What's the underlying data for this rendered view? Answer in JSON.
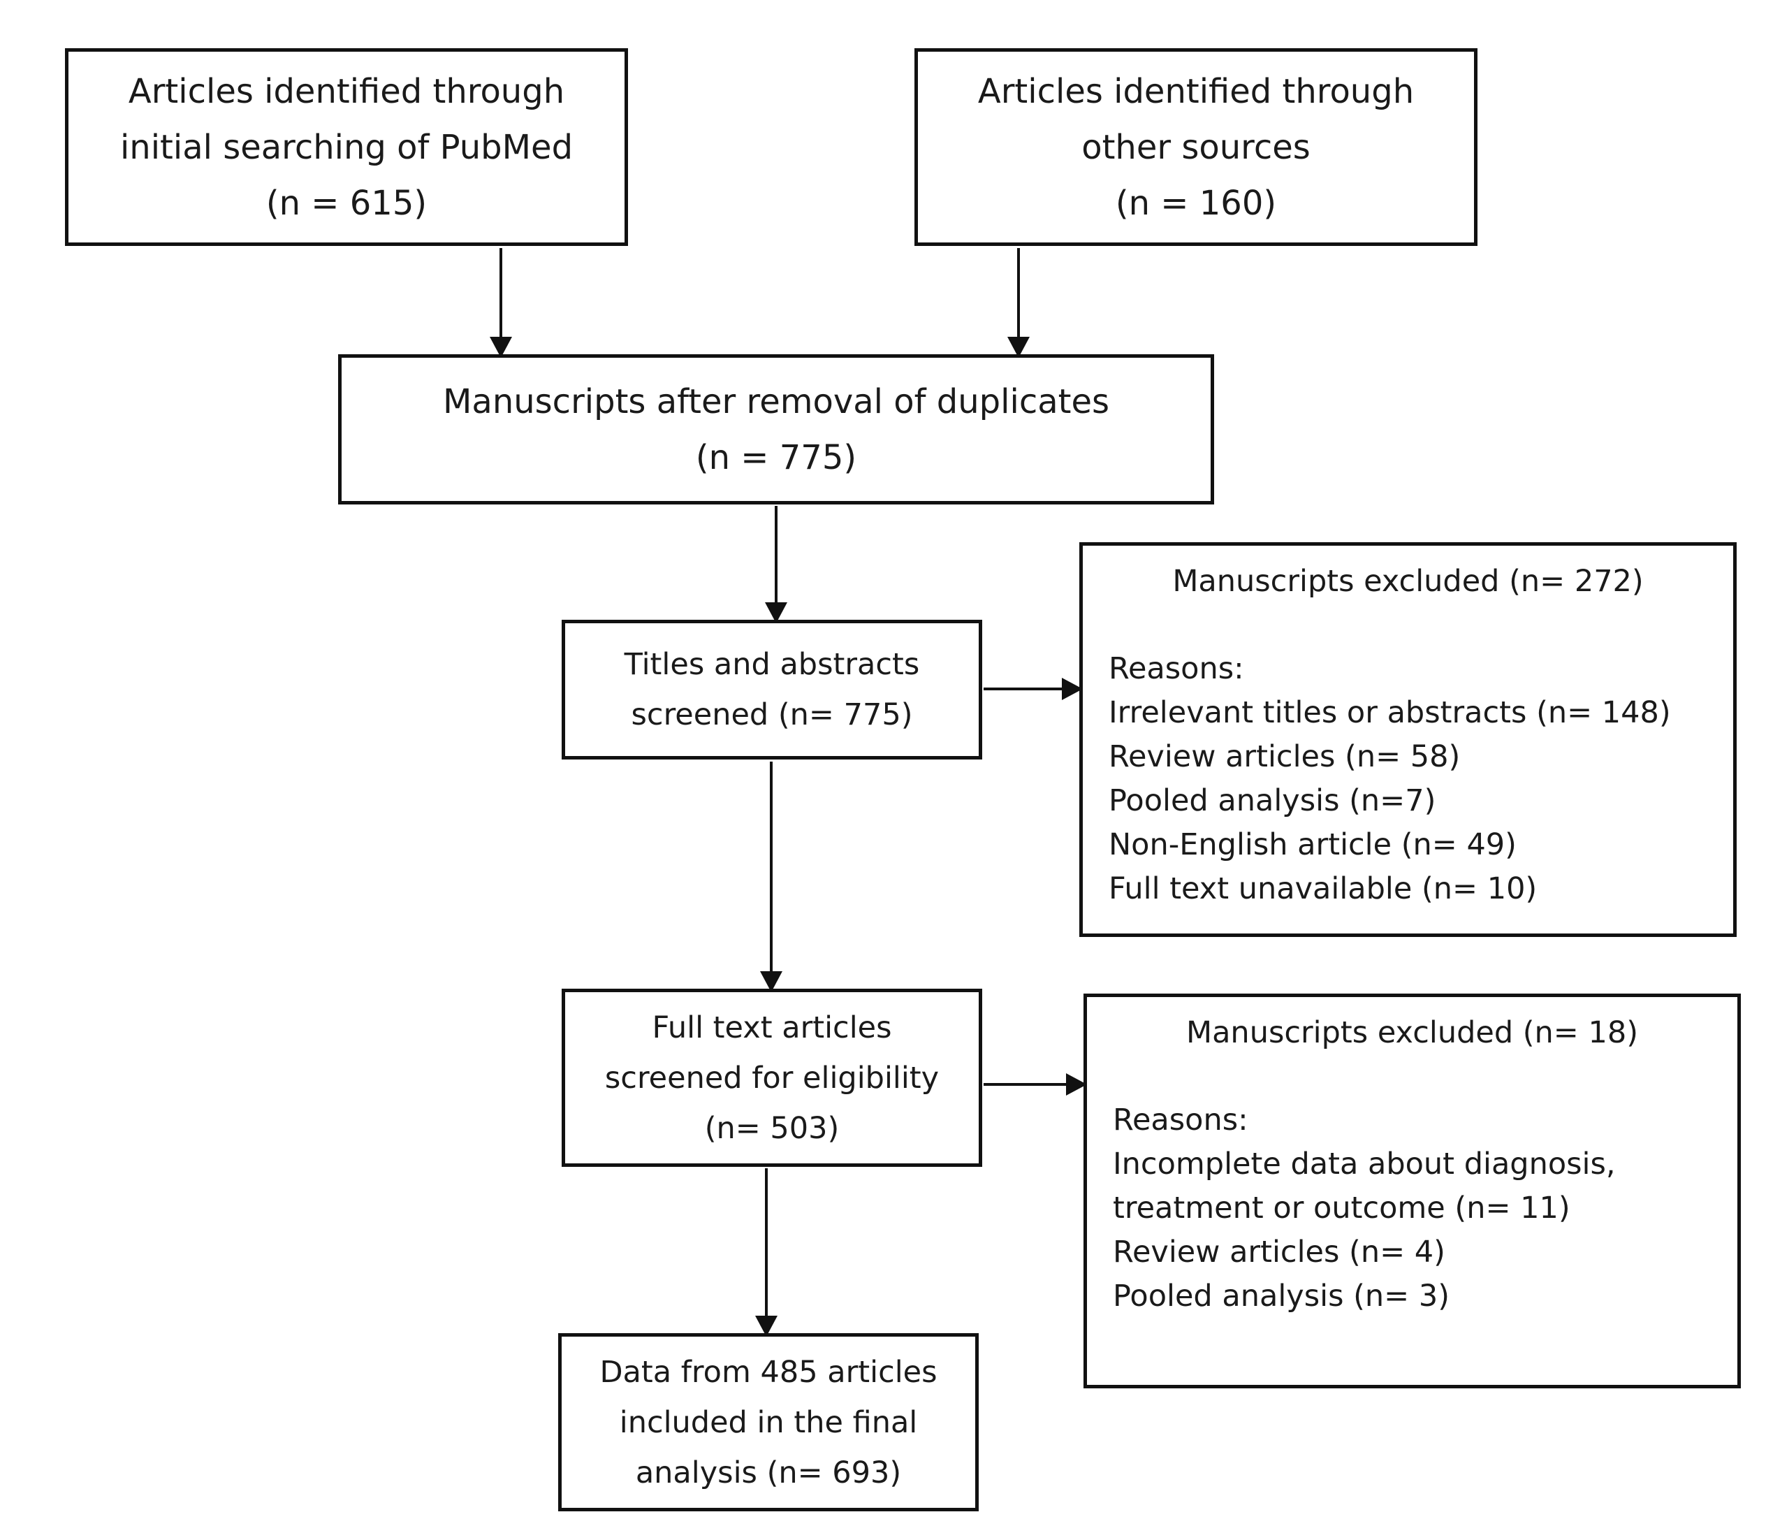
{
  "boxes": {
    "pubmed": {
      "lines": [
        "Articles identified through",
        "initial searching of PubMed",
        "(n = 615)"
      ]
    },
    "other_sources": {
      "lines": [
        "Articles identified through",
        "other sources",
        "(n = 160)"
      ]
    },
    "duplicates": {
      "lines": [
        "Manuscripts after removal of duplicates",
        "(n = 775)"
      ]
    },
    "titles_screened": {
      "lines": [
        "Titles and abstracts",
        "screened (n= 775)"
      ]
    },
    "fulltext_screened": {
      "lines": [
        "Full text articles",
        "screened for eligibility",
        "(n= 503)"
      ]
    },
    "final": {
      "lines": [
        "Data from 485 articles",
        "included in the final",
        "analysis (n= 693)"
      ]
    }
  },
  "exclusions": {
    "first": {
      "title": "Manuscripts excluded (n= 272)",
      "reasons": [
        "Reasons:",
        "Irrelevant titles or abstracts (n= 148)",
        "Review articles (n= 58)",
        "Pooled analysis (n=7)",
        "Non-English article (n= 49)",
        "Full text unavailable (n= 10)"
      ]
    },
    "second": {
      "title": "Manuscripts excluded (n= 18)",
      "reasons": [
        "Reasons:",
        "Incomplete data about diagnosis,",
        "treatment or outcome (n= 11)",
        "Review articles (n= 4)",
        "Pooled analysis (n= 3)"
      ]
    }
  }
}
